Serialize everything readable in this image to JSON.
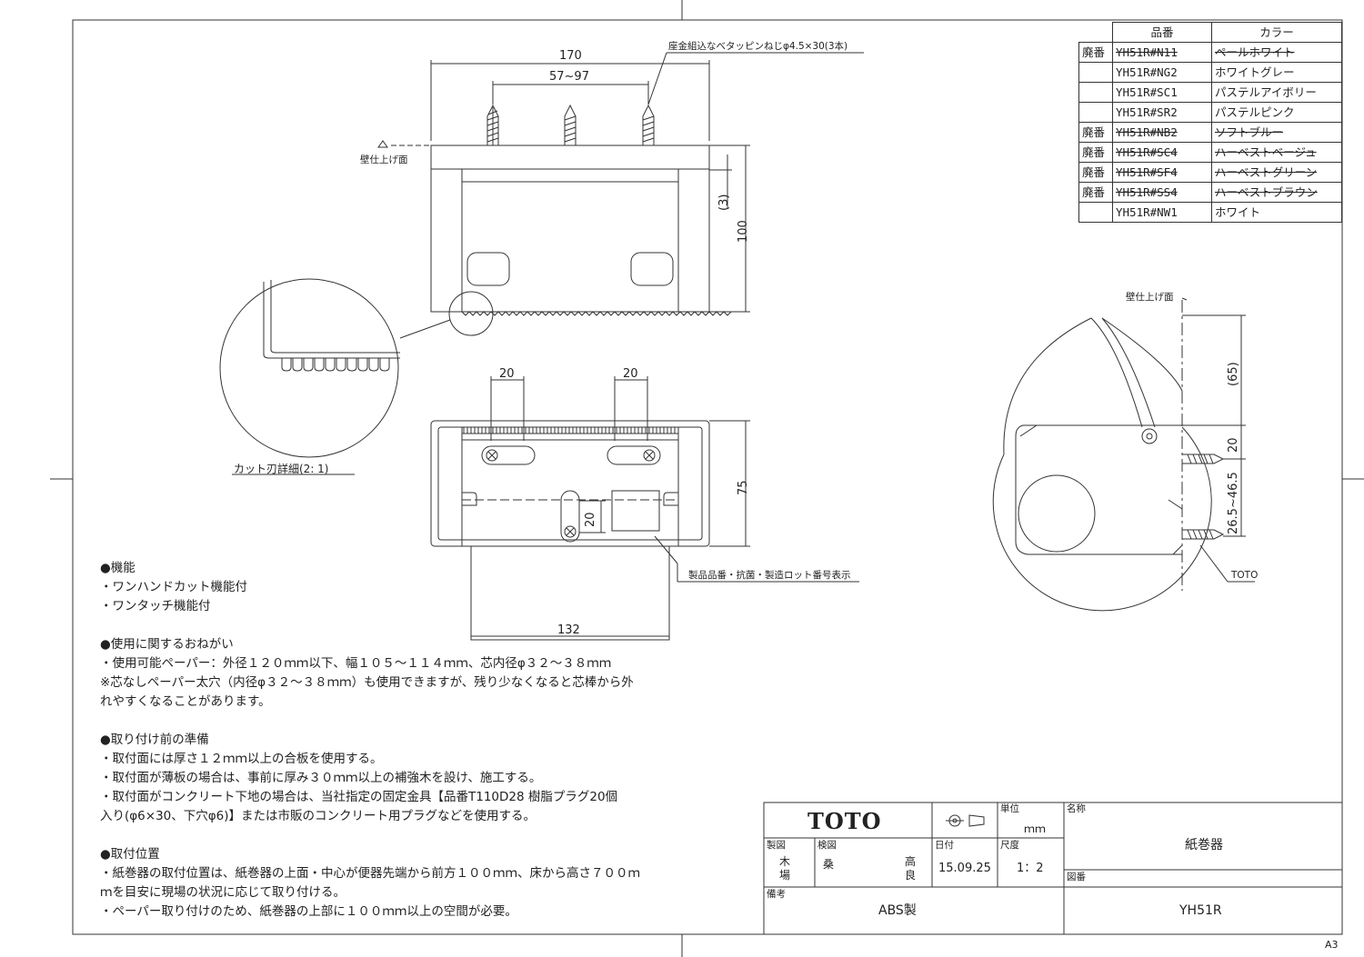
{
  "drawing": {
    "screw_note": "座金組込なべタッピンねじφ4.5×30(3本)",
    "wall_finish_label": "壁仕上げ面",
    "wall_finish_label_side": "壁仕上げ面",
    "detail_label": "カット刃詳細(2: 1)",
    "product_marking_label": "製品品番・抗菌・製造ロット番号表示",
    "toto_marking_label": "TOTO",
    "dims": {
      "width_170": "170",
      "span_57_97": "57~97",
      "d_3": "(3)",
      "height_100": "100",
      "d_20_left": "20",
      "d_20_right": "20",
      "depth_75": "75",
      "d_20_slot": "20",
      "width_132": "132",
      "d_65": "(65)",
      "d_20_side": "20",
      "d_26_46": "26.5~46.5"
    }
  },
  "colors_table": {
    "header_code": "品番",
    "header_color": "カラー",
    "rows": [
      {
        "status": "廃番",
        "code": "YH51R#N11",
        "color": "ペールホワイト"
      },
      {
        "status": "",
        "code": "YH51R#NG2",
        "color": "ホワイトグレー"
      },
      {
        "status": "",
        "code": "YH51R#SC1",
        "color": "パステルアイボリー"
      },
      {
        "status": "",
        "code": "YH51R#SR2",
        "color": "パステルピンク"
      },
      {
        "status": "廃番",
        "code": "YH51R#NB2",
        "color": "ソフトブルー"
      },
      {
        "status": "廃番",
        "code": "YH51R#SC4",
        "color": "ハーベストベージュ"
      },
      {
        "status": "廃番",
        "code": "YH51R#SF4",
        "color": "ハーベストグリーン"
      },
      {
        "status": "廃番",
        "code": "YH51R#SS4",
        "color": "ハーベストブラウン"
      },
      {
        "status": "",
        "code": "YH51R#NW1",
        "color": "ホワイト"
      }
    ]
  },
  "notes": {
    "features_title": "●機能",
    "features": [
      "・ワンハンドカット機能付",
      "・ワンタッチ機能付"
    ],
    "usage_title": "●使用に関するおねがい",
    "usage": [
      "・使用可能ペーパー：外径１２０ｍｍ以下、幅１０５～１１４ｍｍ、芯内径φ３２～３８ｍｍ",
      "※芯なしペーパー太穴（内径φ３２～３８ｍｍ）も使用できますが、残り少なくなると芯棒から外",
      "れやすくなることがあります。"
    ],
    "prep_title": "●取り付け前の準備",
    "prep": [
      "・取付面には厚さ１２ｍｍ以上の合板を使用する。",
      "・取付面が薄板の場合は、事前に厚み３０ｍｍ以上の補強木を設け、施工する。",
      "・取付面がコンクリート下地の場合は、当社指定の固定金具【品番T110D28 樹脂プラグ20個",
      "入り(φ6×30、下穴φ6)】または市販のコンクリート用プラグなどを使用する。"
    ],
    "position_title": "●取付位置",
    "position": [
      "・紙巻器の取付位置は、紙巻器の上面・中心が便器先端から前方１００ｍｍ、床から高さ７００ｍ",
      "ｍを目安に現場の状況に応じて取り付ける。",
      "・ペーパー取り付けのため、紙巻器の上部に１００ｍｍ以上の空間が必要。"
    ]
  },
  "title_block": {
    "brand": "TOTO",
    "unit_label": "単位",
    "unit_value": "ｍｍ",
    "name_label": "名称",
    "name_value": "紙巻器",
    "made_label": "製図",
    "made_value_1": "木",
    "made_value_2": "場",
    "checked_label": "検図",
    "checked_value_1": "桑",
    "checked_value_2": "高",
    "checked_value_3": "良",
    "date_label": "日付",
    "date_value": "15.09.25",
    "scale_label": "尺度",
    "scale_value": "1：2",
    "drawing_no_label": "図番",
    "drawing_no_value": "YH51R",
    "remarks_label": "備考",
    "remarks_value": "ABS製"
  },
  "sheet_size": "A3"
}
